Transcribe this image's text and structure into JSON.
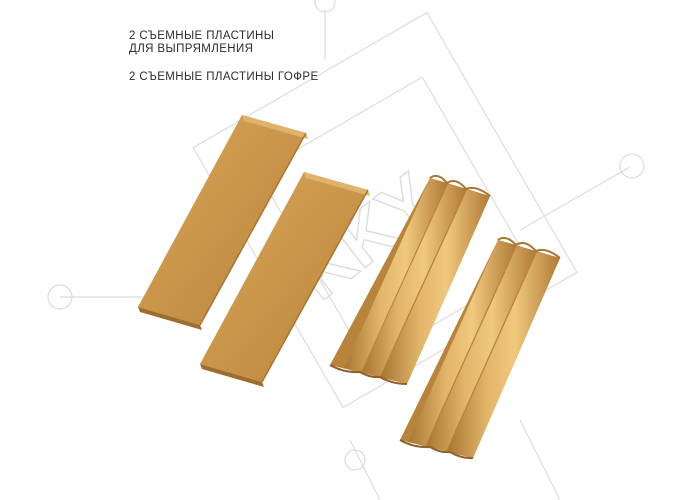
{
  "captions": {
    "straight_line1": "2 СЪЕМНЫЕ ПЛАСТИНЫ",
    "straight_line2": "ДЛЯ ВЫПРЯМЛЕНИЯ",
    "corrugated": "2 СЪЕМНЫЕ ПЛАСТИНЫ ГОФРЕ"
  },
  "watermark": {
    "text": "KKY",
    "color": "#d9d9d9"
  },
  "products": {
    "plate_color": "#c9954a",
    "plate_shadow_color": "#a87532",
    "plate_highlight_color": "#e2b56a",
    "flat_plate_count": 2,
    "corrugated_plate_count": 2
  }
}
